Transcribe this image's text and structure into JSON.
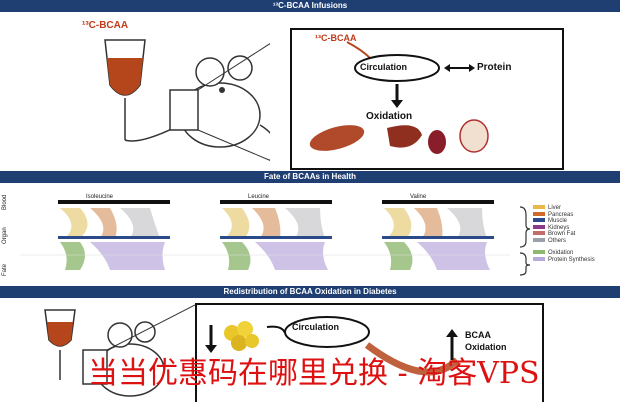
{
  "sections": {
    "infusions_title": "¹³C-BCAA Infusions",
    "fate_title": "Fate of BCAAs in Health",
    "diabetes_title": "Redistribution of BCAA Oxidation in Diabetes"
  },
  "top_panel": {
    "bag_label": "¹³C-BCAA",
    "inset_label": "¹³C-BCAA",
    "circulation": "Circulation",
    "protein": "Protein",
    "oxidation": "Oxidation"
  },
  "middle_panel": {
    "row_labels": [
      "Blood",
      "Organ",
      "Fate"
    ],
    "amino_acids": [
      "Isoleucine",
      "Leucine",
      "Valine"
    ],
    "organ_legend": [
      {
        "label": "Liver",
        "color": "#e8b84a"
      },
      {
        "label": "Pancreas",
        "color": "#d06a2a"
      },
      {
        "label": "Muscle",
        "color": "#2a4a8a"
      },
      {
        "label": "Kidneys",
        "color": "#8a3b8a"
      },
      {
        "label": "Brown Fat",
        "color": "#c46b6b"
      },
      {
        "label": "Others",
        "color": "#9aa0a8"
      }
    ],
    "fate_legend": [
      {
        "label": "Oxidation",
        "color": "#8fb86f"
      },
      {
        "label": "Protein Synthesis",
        "color": "#b9aadc"
      }
    ]
  },
  "bottom_panel": {
    "circulation": "Circulation",
    "bcaa_oxidation_line1": "BCAA",
    "bcaa_oxidation_line2": "Oxidation"
  },
  "watermark": "当当优惠码在哪里兑换 - 淘客VPS"
}
